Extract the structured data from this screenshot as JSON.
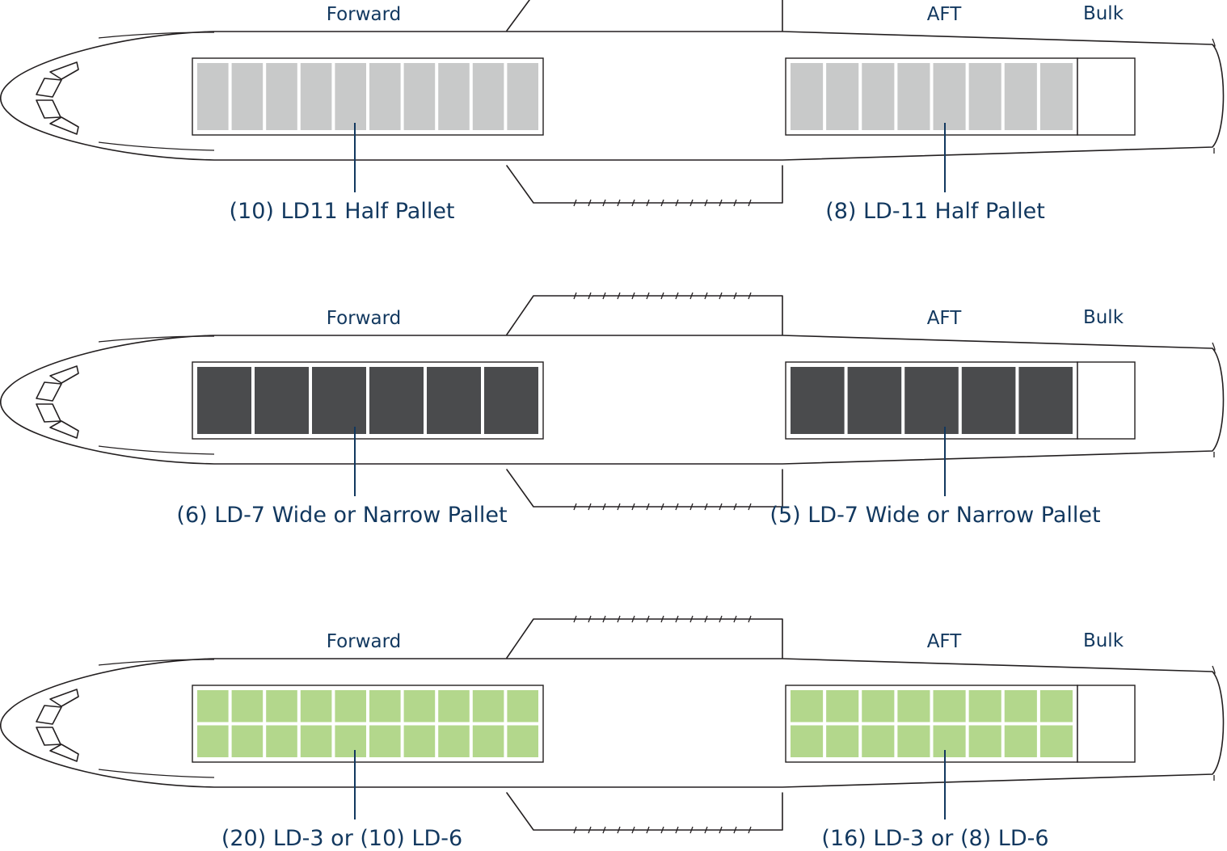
{
  "diagrams": [
    {
      "id": "ld11",
      "forward_label": "Forward",
      "aft_label": "AFT",
      "bulk_label": "Bulk",
      "forward_caption": "(10) LD11 Half Pallet",
      "aft_caption": "(8) LD-11 Half Pallet",
      "forward_cols": 10,
      "forward_rows": 1,
      "aft_cols": 8,
      "aft_rows": 1,
      "color": "#c8c9c9",
      "door_top": false
    },
    {
      "id": "ld7",
      "forward_label": "Forward",
      "aft_label": "AFT",
      "bulk_label": "Bulk",
      "forward_caption": "(6) LD-7 Wide or Narrow Pallet",
      "aft_caption": "(5) LD-7 Wide or Narrow Pallet",
      "forward_cols": 6,
      "forward_rows": 1,
      "aft_cols": 5,
      "aft_rows": 1,
      "color": "#4a4b4d",
      "door_top": true
    },
    {
      "id": "ld3",
      "forward_label": "Forward",
      "aft_label": "AFT",
      "bulk_label": "Bulk",
      "forward_caption": "(20) LD-3 or (10) LD-6",
      "aft_caption": "(16) LD-3 or (8) LD-6",
      "forward_cols": 10,
      "forward_rows": 2,
      "aft_cols": 8,
      "aft_rows": 2,
      "color": "#b3d78c",
      "door_top": true
    }
  ]
}
